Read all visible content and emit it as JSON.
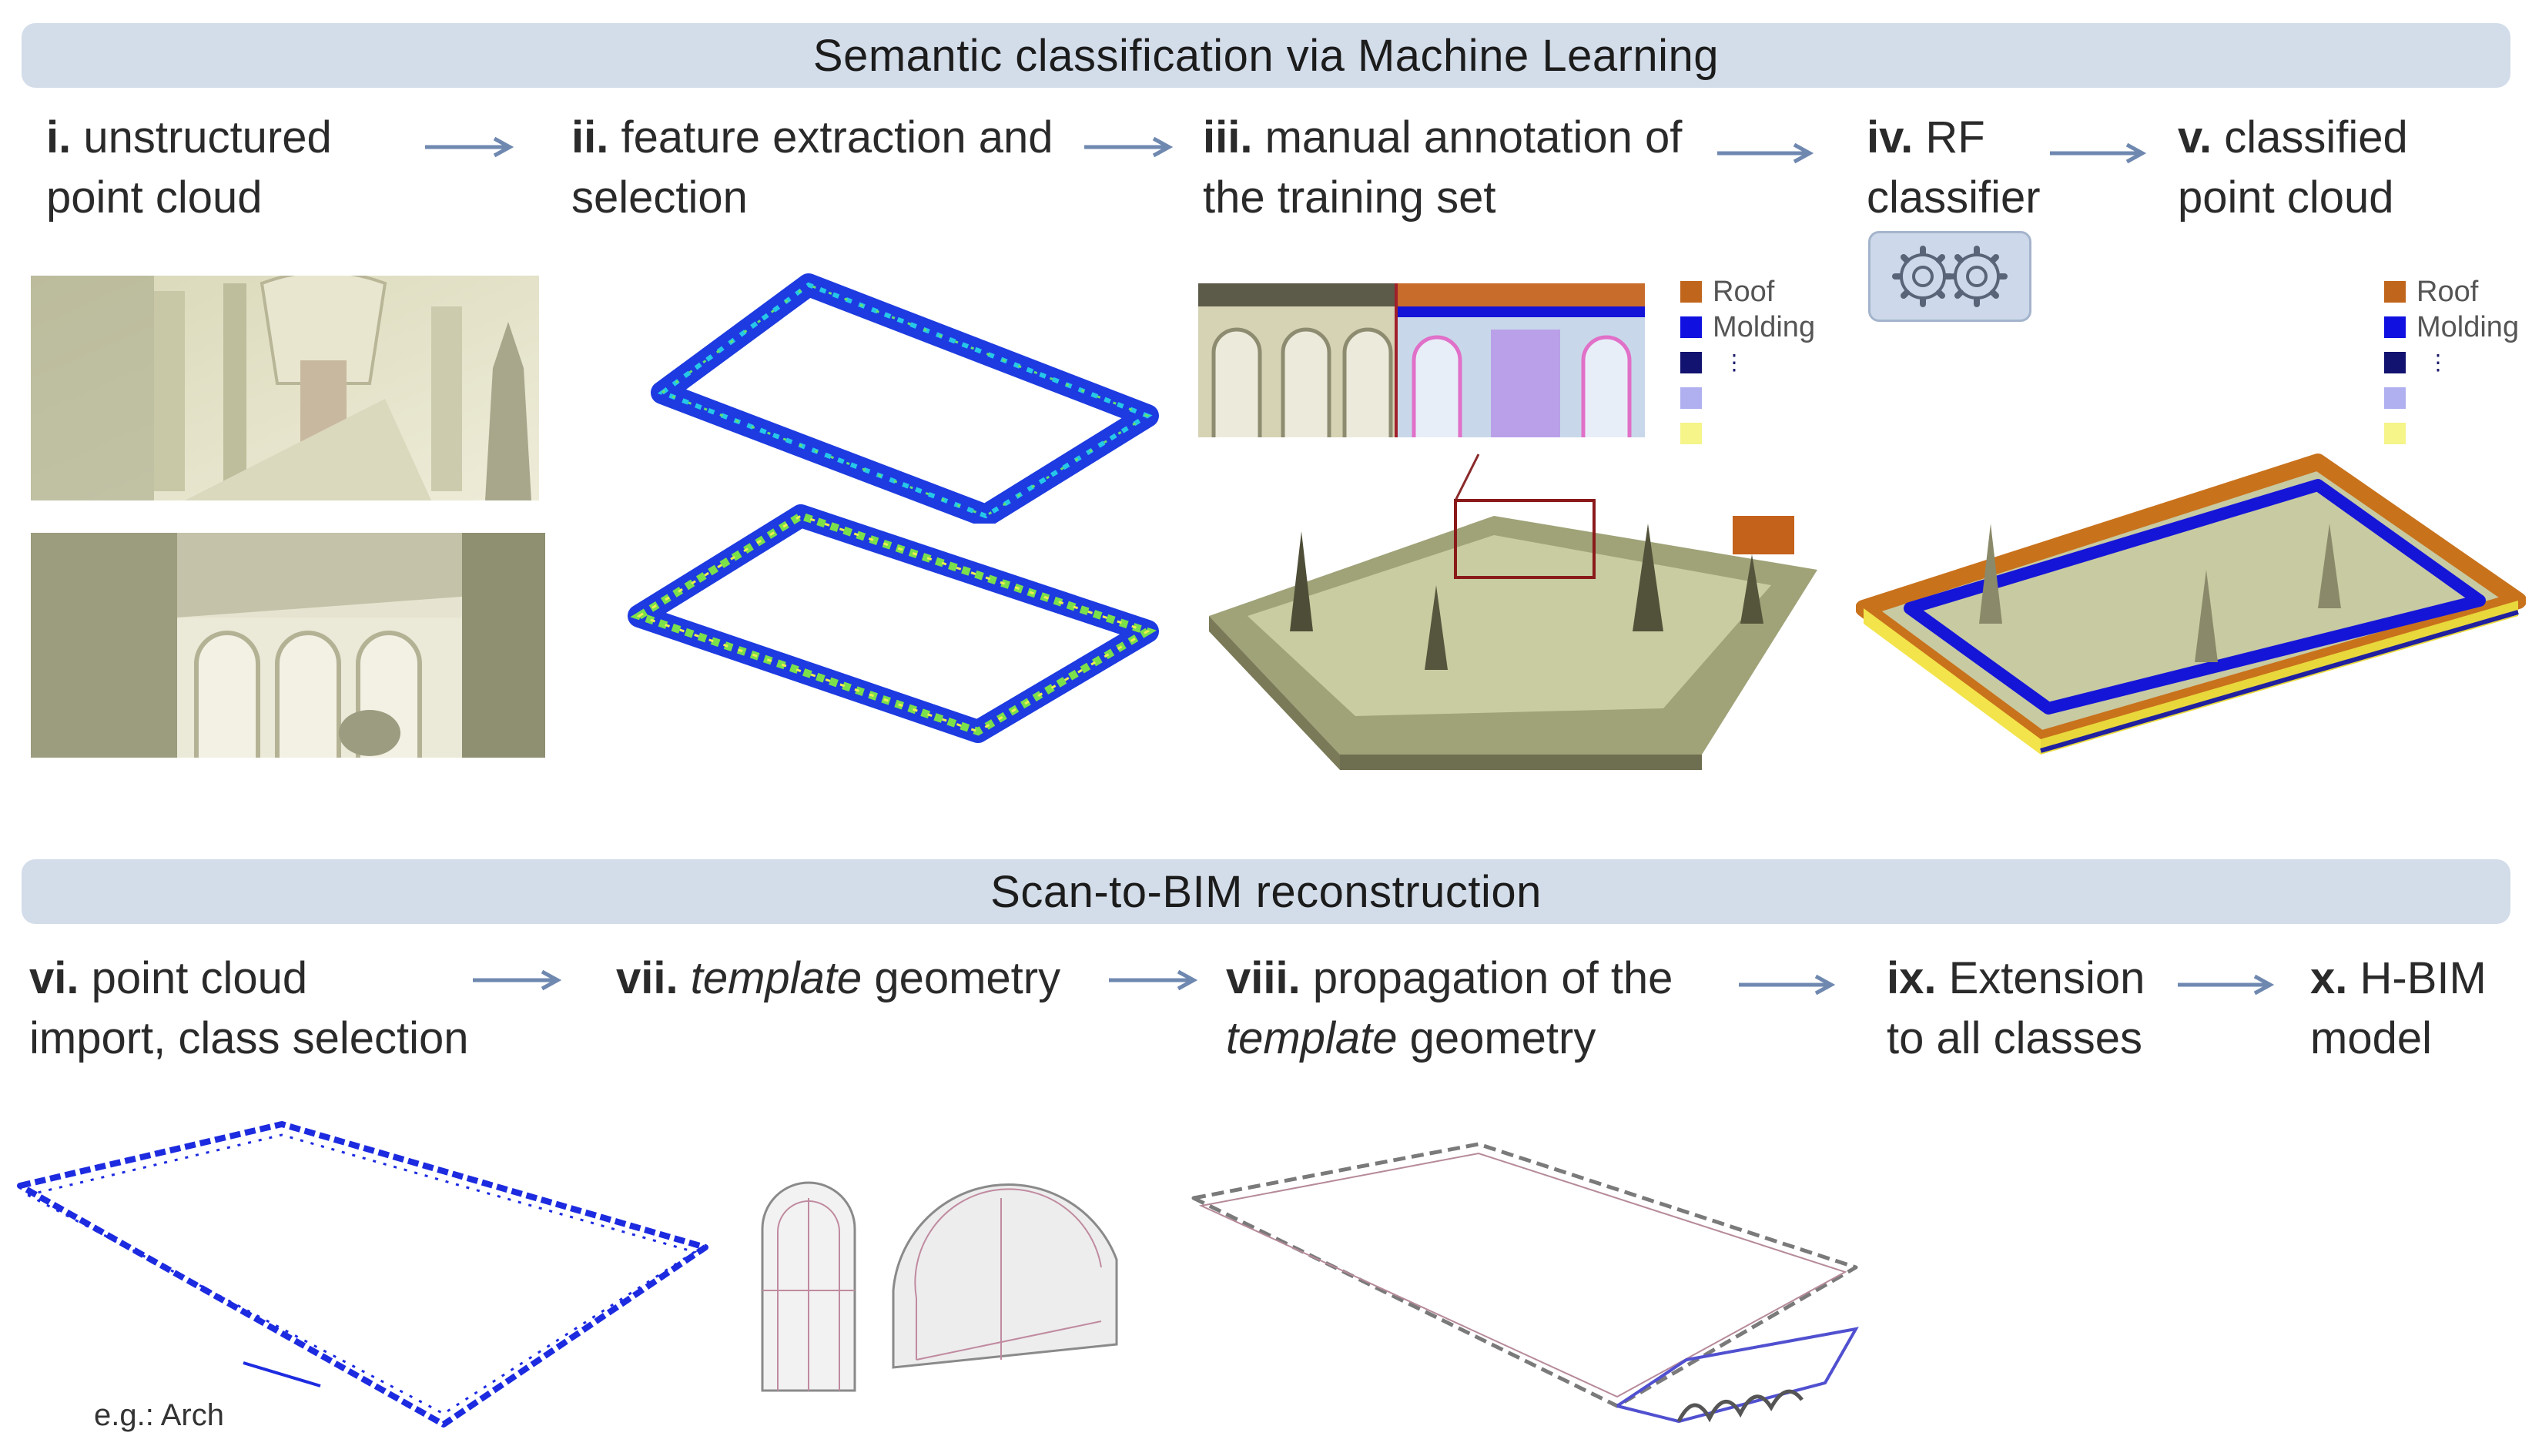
{
  "sections": {
    "ml_title": "Semantic classification via Machine Learning",
    "bim_title": "Scan-to-BIM reconstruction"
  },
  "steps": {
    "s1": {
      "num": "i.",
      "line1": "unstructured",
      "line2": "point cloud"
    },
    "s2": {
      "num": "ii.",
      "line1": "feature extraction and",
      "line2": "selection"
    },
    "s3": {
      "num": "iii.",
      "line1": "manual annotation of",
      "line2": "the training set"
    },
    "s4": {
      "num": "iv.",
      "line1": "RF",
      "line2": "classifier"
    },
    "s5": {
      "num": "v.",
      "line1": "classified",
      "line2": "point cloud"
    },
    "s6": {
      "num": "vi.",
      "line1": "point cloud",
      "line2": "import, class selection"
    },
    "s7": {
      "num": "vii.",
      "italic": "template",
      "rest": "geometry"
    },
    "s8": {
      "num": "viii.",
      "line1": "propagation of the",
      "italic2": "template",
      "rest2": "geometry"
    },
    "s9": {
      "num": "ix.",
      "line1": "Extension",
      "line2": "to all classes"
    },
    "s10": {
      "num": "x.",
      "line1": "H-BIM",
      "line2": "model"
    }
  },
  "legend": {
    "roof": "Roof",
    "molding": "Molding",
    "colors": {
      "roof": "#c0651c",
      "molding": "#1010e0",
      "c3": "#121270",
      "c4": "#b0b0f0",
      "c5": "#f5f58a"
    }
  },
  "note": "e.g.: Arch",
  "colors": {
    "banner": "#d3dce9",
    "arrow": "#6f88b0"
  }
}
